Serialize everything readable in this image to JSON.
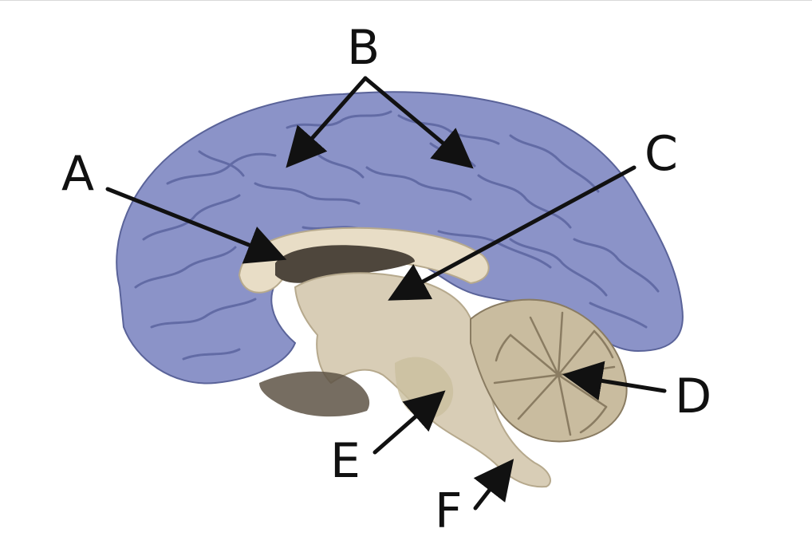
{
  "labels": {
    "a": "A",
    "b": "B",
    "c": "C",
    "d": "D",
    "e": "E",
    "f": "F"
  },
  "colors": {
    "cerebrum": "#8b93c8",
    "cerebrum_outline": "#5a6399",
    "sulcus": "#5c65a0",
    "brainstem": "#d8cdb6",
    "brainstem_shadow": "#b6a98d",
    "corpus_callosum": "#e8ddc6",
    "ventricle": "#4e463c",
    "cerebellum": "#c9bc9f",
    "cerebellum_folia": "#8a7c62",
    "arrow": "#111111"
  }
}
